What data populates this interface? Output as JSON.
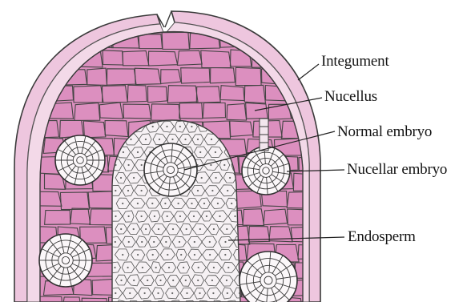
{
  "labels": {
    "integument": "Integument",
    "nucellus": "Nucellus",
    "normal_embryo": "Normal embryo",
    "nucellar_embryo": "Nucellar embryo",
    "endosperm": "Endosperm"
  },
  "colors": {
    "nucellus_fill": "#dc8fbf",
    "integument_fill": "#eec6de",
    "endosperm_fill": "#f6f1f4",
    "outline": "#3a3a3a",
    "cell_wall": "#444444"
  }
}
